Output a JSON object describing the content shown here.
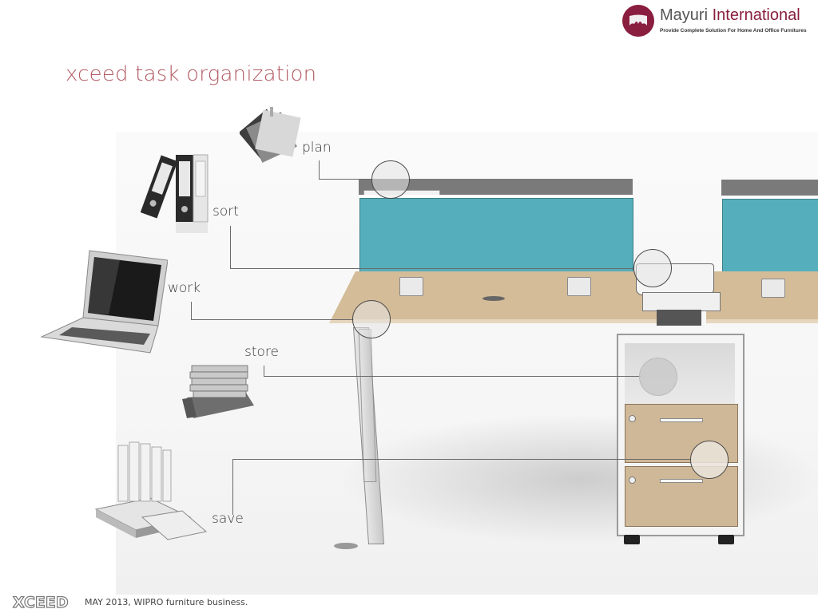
{
  "header": {
    "logo": {
      "icon": "mayuri-logo-icon",
      "name_part1": "Mayuri",
      "name_part2": "International",
      "tagline": "Provide Complete Solution For Home And Office Furnitures",
      "brand_color": "#8a1e3e"
    },
    "title": "xceed task organization",
    "title_color": "#b25b63"
  },
  "diagram": {
    "labels": [
      {
        "id": "plan",
        "text": "plan",
        "icon": "sticky-notes-icon"
      },
      {
        "id": "sort",
        "text": "sort",
        "icon": "binders-icon"
      },
      {
        "id": "work",
        "text": "work",
        "icon": "laptop-icon"
      },
      {
        "id": "store",
        "text": "store",
        "icon": "paper-tray-icon"
      },
      {
        "id": "save",
        "text": "save",
        "icon": "file-box-icon"
      }
    ],
    "colors": {
      "screen": "#55aebb",
      "desktop": "#d4bc98",
      "drawer": "#cfb897"
    }
  },
  "footer": {
    "brand": "XCEED",
    "text": "MAY 2013, WIPRO furniture business."
  }
}
